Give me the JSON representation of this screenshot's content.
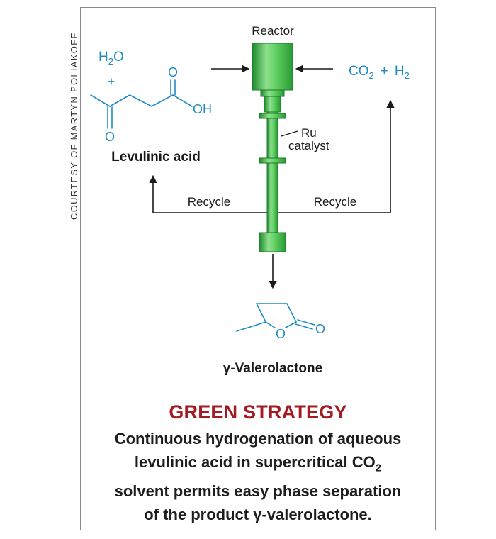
{
  "credit": "COURTESY OF MARTYN POLIAKOFF",
  "diagram": {
    "reactor_label": "Reactor",
    "catalyst_label_1": "Ru",
    "catalyst_label_2": "catalyst",
    "recycle_left": "Recycle",
    "recycle_right": "Recycle",
    "water_h": "H",
    "water_sub": "2",
    "water_o": "O",
    "plus_sign": "+",
    "ketone_o": "O",
    "acid_o": "O",
    "acid_oh": "OH",
    "reactant_name": "Levulinic acid",
    "gas_co": "CO",
    "gas_co_sub": "2",
    "gas_plus": "+",
    "gas_h": "H",
    "gas_h_sub": "2",
    "ring_o": "O",
    "carbonyl_o": "O",
    "product_name": "γ-Valerolactone"
  },
  "caption": {
    "title": "GREEN STRATEGY",
    "line1": "Continuous hydrogenation of aqueous",
    "line2_pre": "levulinic acid in supercritical CO",
    "line2_sub": "2",
    "line3": "solvent permits easy phase separation",
    "line4": "of the product γ-valerolactone."
  },
  "colors": {
    "molecule": "#1f8cc0",
    "reactor_green": "#3fbf4a",
    "headline_red": "#a31c23",
    "arrow": "#1a1a1a"
  }
}
